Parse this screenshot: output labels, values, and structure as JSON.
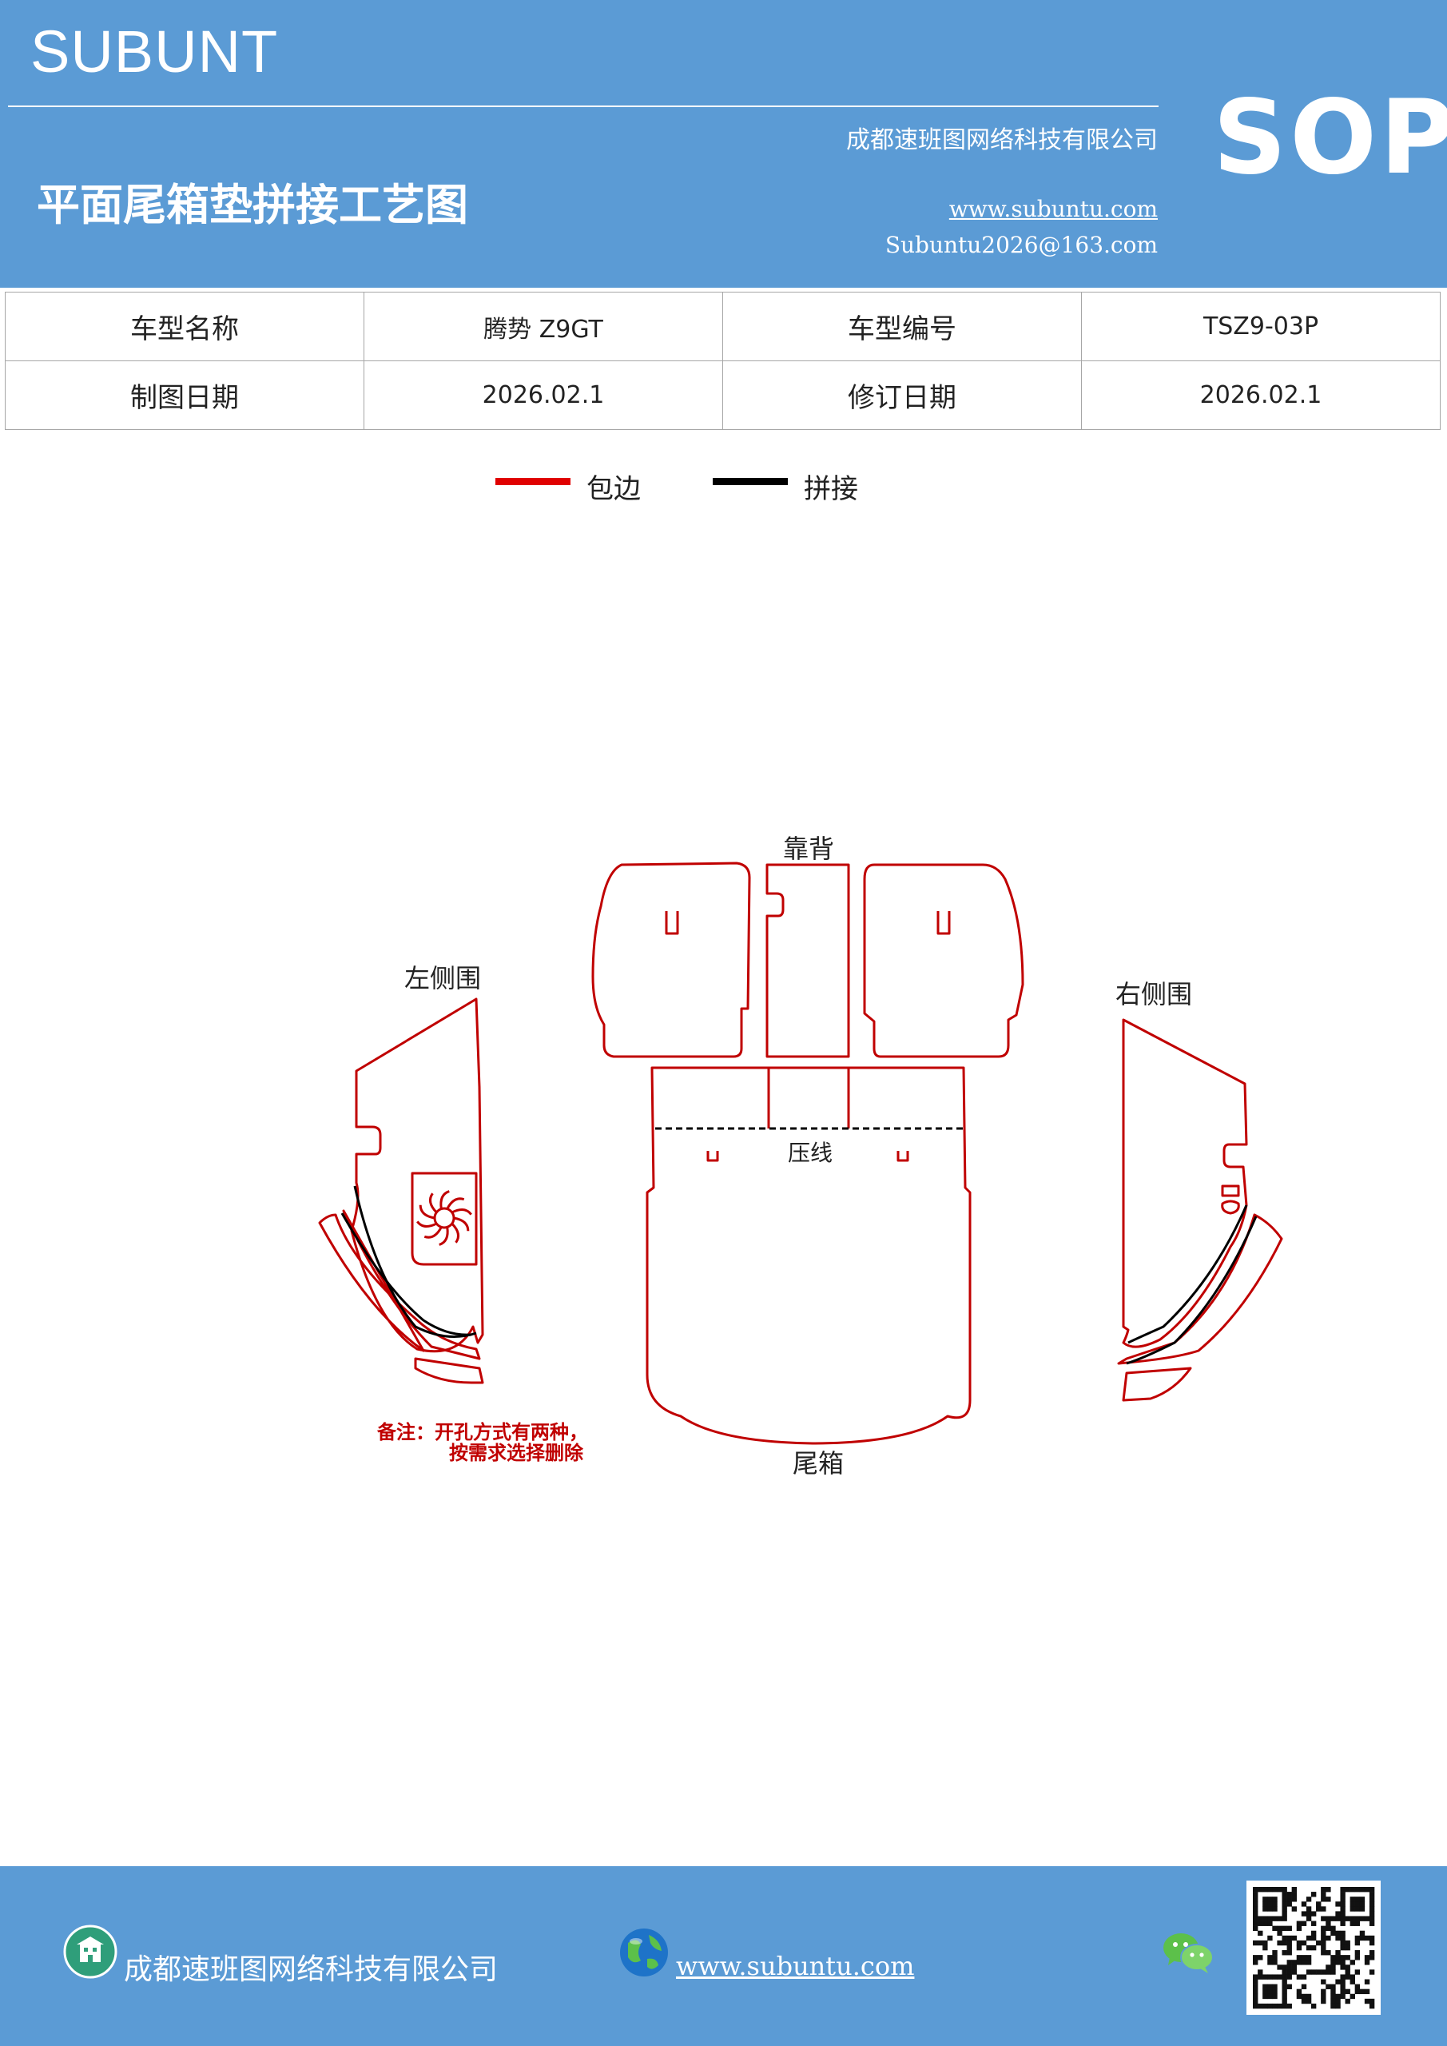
{
  "header": {
    "brand": "SUBUNT",
    "badge": "SOP",
    "company": "成都速班图网络科技有限公司",
    "title": "平面尾箱垫拼接工艺图",
    "website": "www.subuntu.com",
    "email": "Subuntu2026@163.com"
  },
  "info_table": {
    "rows": [
      [
        "车型名称",
        "腾势 Z9GT",
        "车型编号",
        "TSZ9-03P"
      ],
      [
        "制图日期",
        "2026.02.1",
        "修订日期",
        "2026.02.1"
      ]
    ]
  },
  "legend": [
    {
      "label": "包边",
      "color": "#e00000"
    },
    {
      "label": "拼接",
      "color": "#000000"
    }
  ],
  "diagram": {
    "label_backrest": "靠背",
    "label_left_side": "左侧围",
    "label_right_side": "右侧围",
    "label_press_line": "压线",
    "label_trunk": "尾箱",
    "note_line1": "备注：开孔方式有两种，",
    "note_line2": "按需求选择删除",
    "edge_color": "#c00000",
    "seam_color": "#000000"
  },
  "footer": {
    "company": "成都速班图网络科技有限公司",
    "website": "www.subuntu.com "
  }
}
